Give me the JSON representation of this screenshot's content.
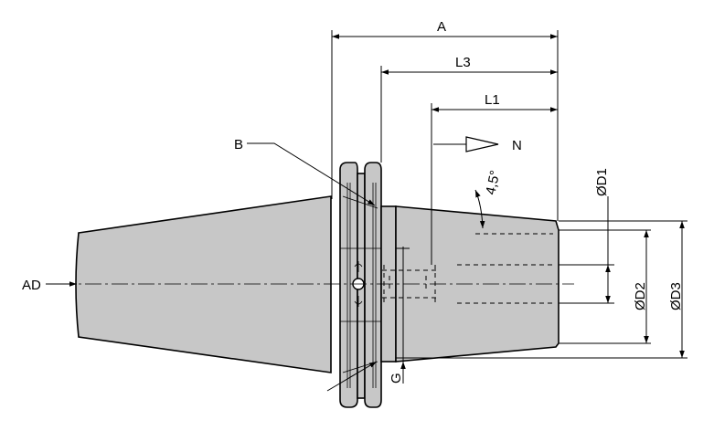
{
  "labels": {
    "A": "A",
    "L3": "L3",
    "L1": "L1",
    "N": "N",
    "B": "B",
    "AD": "AD",
    "angle": "4,5°",
    "D1": "ØD1",
    "D2": "ØD2",
    "D3": "ØD3",
    "G": "G"
  },
  "colors": {
    "part_fill": "#c7c7c7",
    "line": "#000000"
  }
}
